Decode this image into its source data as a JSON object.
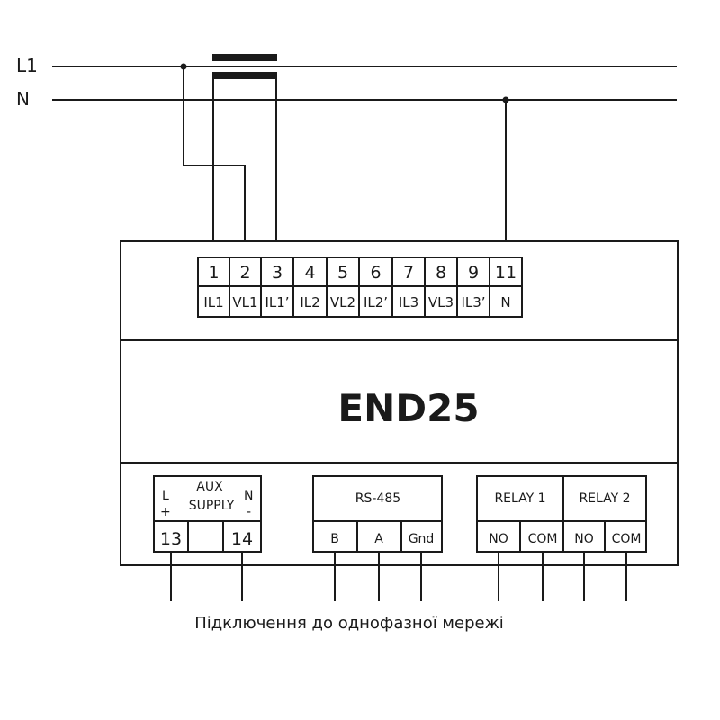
{
  "lines": {
    "l1": "L1",
    "n": "N"
  },
  "device": {
    "model": "END25"
  },
  "terminals": [
    {
      "num": "1",
      "label": "IL1"
    },
    {
      "num": "2",
      "label": "VL1"
    },
    {
      "num": "3",
      "label": "IL1’"
    },
    {
      "num": "4",
      "label": "IL2"
    },
    {
      "num": "5",
      "label": "VL2"
    },
    {
      "num": "6",
      "label": "IL2’"
    },
    {
      "num": "7",
      "label": "IL3"
    },
    {
      "num": "8",
      "label": "VL3"
    },
    {
      "num": "9",
      "label": "IL3’"
    },
    {
      "num": "11",
      "label": "N"
    }
  ],
  "aux": {
    "title": "AUX",
    "subtitle": "SUPPLY",
    "left_top": "L",
    "left_bottom": "+",
    "right_top": "N",
    "right_bottom": "-",
    "term_left": "13",
    "term_right": "14"
  },
  "rs485": {
    "title": "RS-485",
    "terms": [
      "B",
      "A",
      "Gnd"
    ]
  },
  "relays": {
    "relay1": "RELAY 1",
    "relay2": "RELAY 2",
    "terms": [
      "NO",
      "COM",
      "NO",
      "COM"
    ]
  },
  "caption": "Підключення до однофазної мережі"
}
